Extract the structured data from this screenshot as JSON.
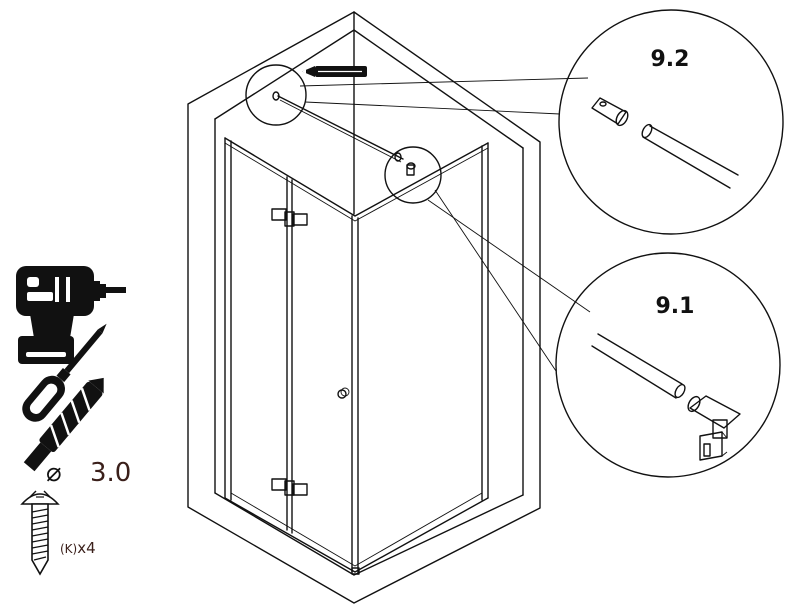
{
  "callouts": {
    "detail_top": "9.2",
    "detail_bottom": "9.1"
  },
  "tools": {
    "icons": [
      "drill-icon",
      "screwdriver-icon",
      "drill-bit-icon",
      "screw-icon"
    ],
    "diameter_symbol": "⌀",
    "drill_diameter": "3.0",
    "screw_code": "(K)",
    "screw_quantity": "x4"
  }
}
